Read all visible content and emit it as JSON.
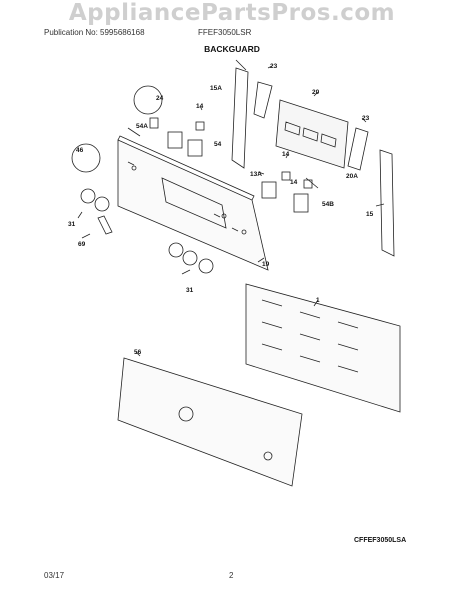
{
  "header": {
    "watermark": "AppliancePartsPros.com",
    "publication_no": "Publication No: 5995686168",
    "model": "FFEF3050LSR",
    "section_title": "BACKGUARD"
  },
  "callouts": {
    "c1": "1",
    "c13a": "13A",
    "c14a": "14",
    "c14b": "14",
    "c14c": "14",
    "c15": "15",
    "c15a": "15A",
    "c19": "19",
    "c20": "20",
    "c20a": "20A",
    "c23a": "23",
    "c23b": "23",
    "c24": "24",
    "c31a": "31",
    "c31b": "31",
    "c46": "46",
    "c54": "54",
    "c54a": "54A",
    "c54b": "54B",
    "c56": "56",
    "c69": "69"
  },
  "footer": {
    "drawing_ref": "CFFEF3050LSA",
    "date": "03/17",
    "page": "2"
  }
}
